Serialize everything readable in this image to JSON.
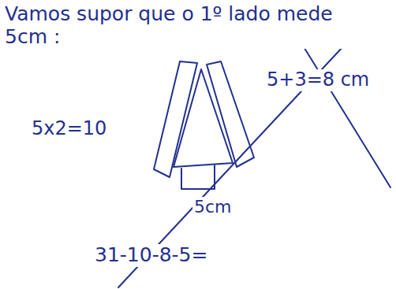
{
  "diagram": {
    "labels": [
      "Vamos supor que o 1º lado mede 5cm :",
      "5x2=10",
      "5+3=8 cm",
      "5cm",
      "31-10-8-5="
    ]
  }
}
